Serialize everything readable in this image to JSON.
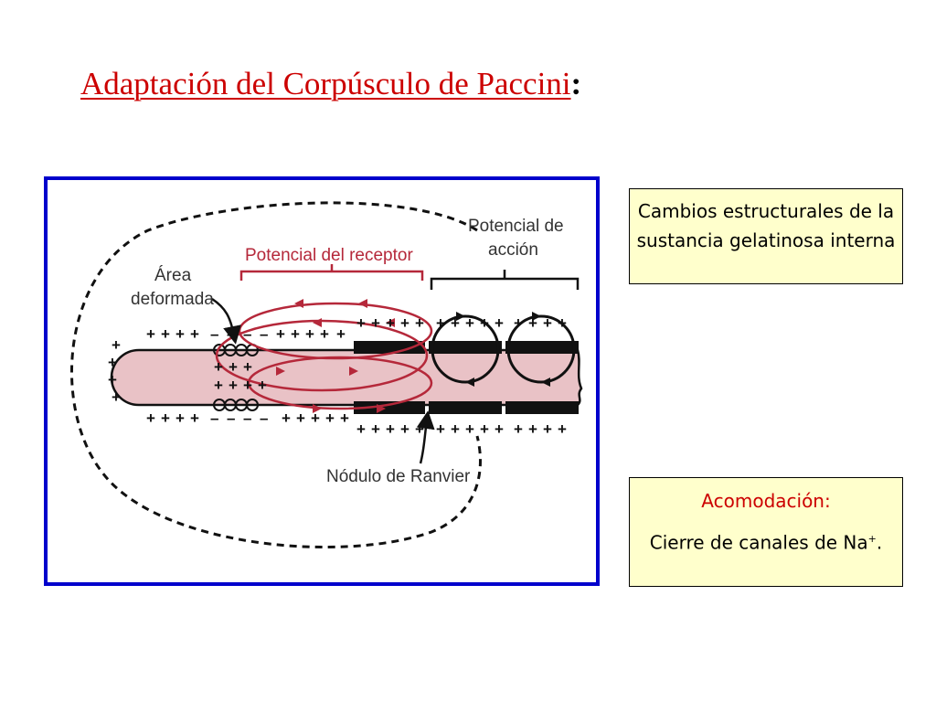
{
  "title": {
    "main": "Adaptación del Corpúsculo de Paccini",
    "colon": ":"
  },
  "figure": {
    "label_area_line1": "Área",
    "label_area_line2": "deformada",
    "label_receptor": "Potencial del receptor",
    "label_action_line1": "Potencial de",
    "label_action_line2": "acción",
    "label_node": "Nódulo de Ranvier",
    "sign_plus": "+",
    "sign_minus": "–",
    "colors": {
      "frame": "#0000cc",
      "axon": "#e9c2c6",
      "receptor_current": "#b5283a",
      "myelin": "#111111"
    }
  },
  "notes": {
    "box1": "Cambios estructurales de la sustancia gelatinosa interna",
    "box2_title": "Acomodación:",
    "box2_text": "Cierre de canales de Na",
    "box2_sup": "+",
    "box2_end": ".",
    "box_color": "#ffffcc"
  }
}
